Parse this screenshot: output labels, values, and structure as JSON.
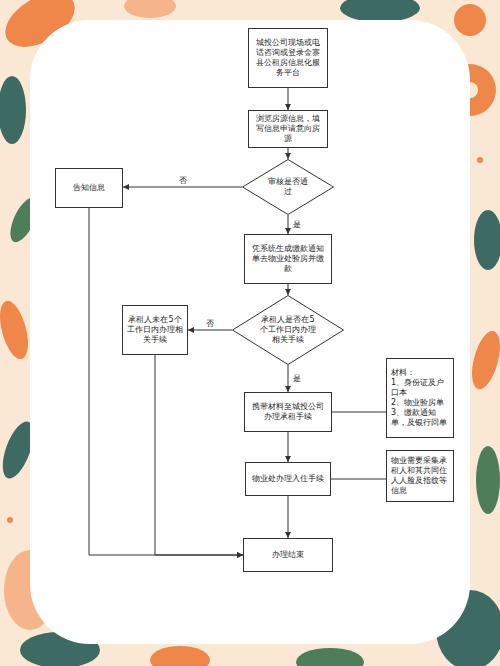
{
  "diagram": {
    "nodes": [
      {
        "text": [
          "城投公司现场或电话咨询或登录金寨县公租房信息化服务平台"
        ]
      },
      {
        "text": [
          "浏览房源信息，填写信息申请意向房源"
        ]
      },
      {
        "text": [
          "审核是否通过"
        ]
      },
      {
        "text": [
          "告知信息"
        ]
      },
      {
        "text": [
          "凭系统生成缴款通知单去物业处验房并缴款"
        ]
      },
      {
        "text": [
          "承租人是否在5个工作日内办理相关手续"
        ]
      },
      {
        "text": [
          "承租人未在5个工作日内办理相关手续"
        ]
      },
      {
        "text": [
          "携带材料至城投公司办理承租手续"
        ]
      },
      {
        "text": [
          "材料：",
          "1、身份证及户口本",
          "2、物业验房单",
          "3、缴款通知单，及银行回单"
        ]
      },
      {
        "text": [
          "物业处办理入住手续"
        ]
      },
      {
        "text": [
          "物业需要采集承租人和其共同住人人脸及指纹等信息"
        ]
      },
      {
        "text": [
          "办理结束"
        ]
      }
    ],
    "edges": [
      {
        "from": 0,
        "to": 1,
        "arrow": "to"
      },
      {
        "from": 1,
        "to": 2,
        "arrow": "to"
      },
      {
        "from": 2,
        "to": 3,
        "label": "否",
        "arrow": "to"
      },
      {
        "from": 2,
        "to": 4,
        "label": "是",
        "arrow": "to"
      },
      {
        "from": 4,
        "to": 5,
        "arrow": "to"
      },
      {
        "from": 5,
        "to": 6,
        "label": "否",
        "arrow": "to"
      },
      {
        "from": 5,
        "to": 7,
        "label": "是",
        "arrow": "to"
      },
      {
        "from": 7,
        "to": 8,
        "arrow": "none"
      },
      {
        "from": 7,
        "to": 9,
        "arrow": "to"
      },
      {
        "from": 9,
        "to": 10,
        "arrow": "none"
      },
      {
        "from": 9,
        "to": 11,
        "arrow": "to"
      },
      {
        "from": 3,
        "to": 11,
        "arrow": "to"
      },
      {
        "from": 6,
        "to": 11,
        "arrow": "to"
      }
    ]
  }
}
